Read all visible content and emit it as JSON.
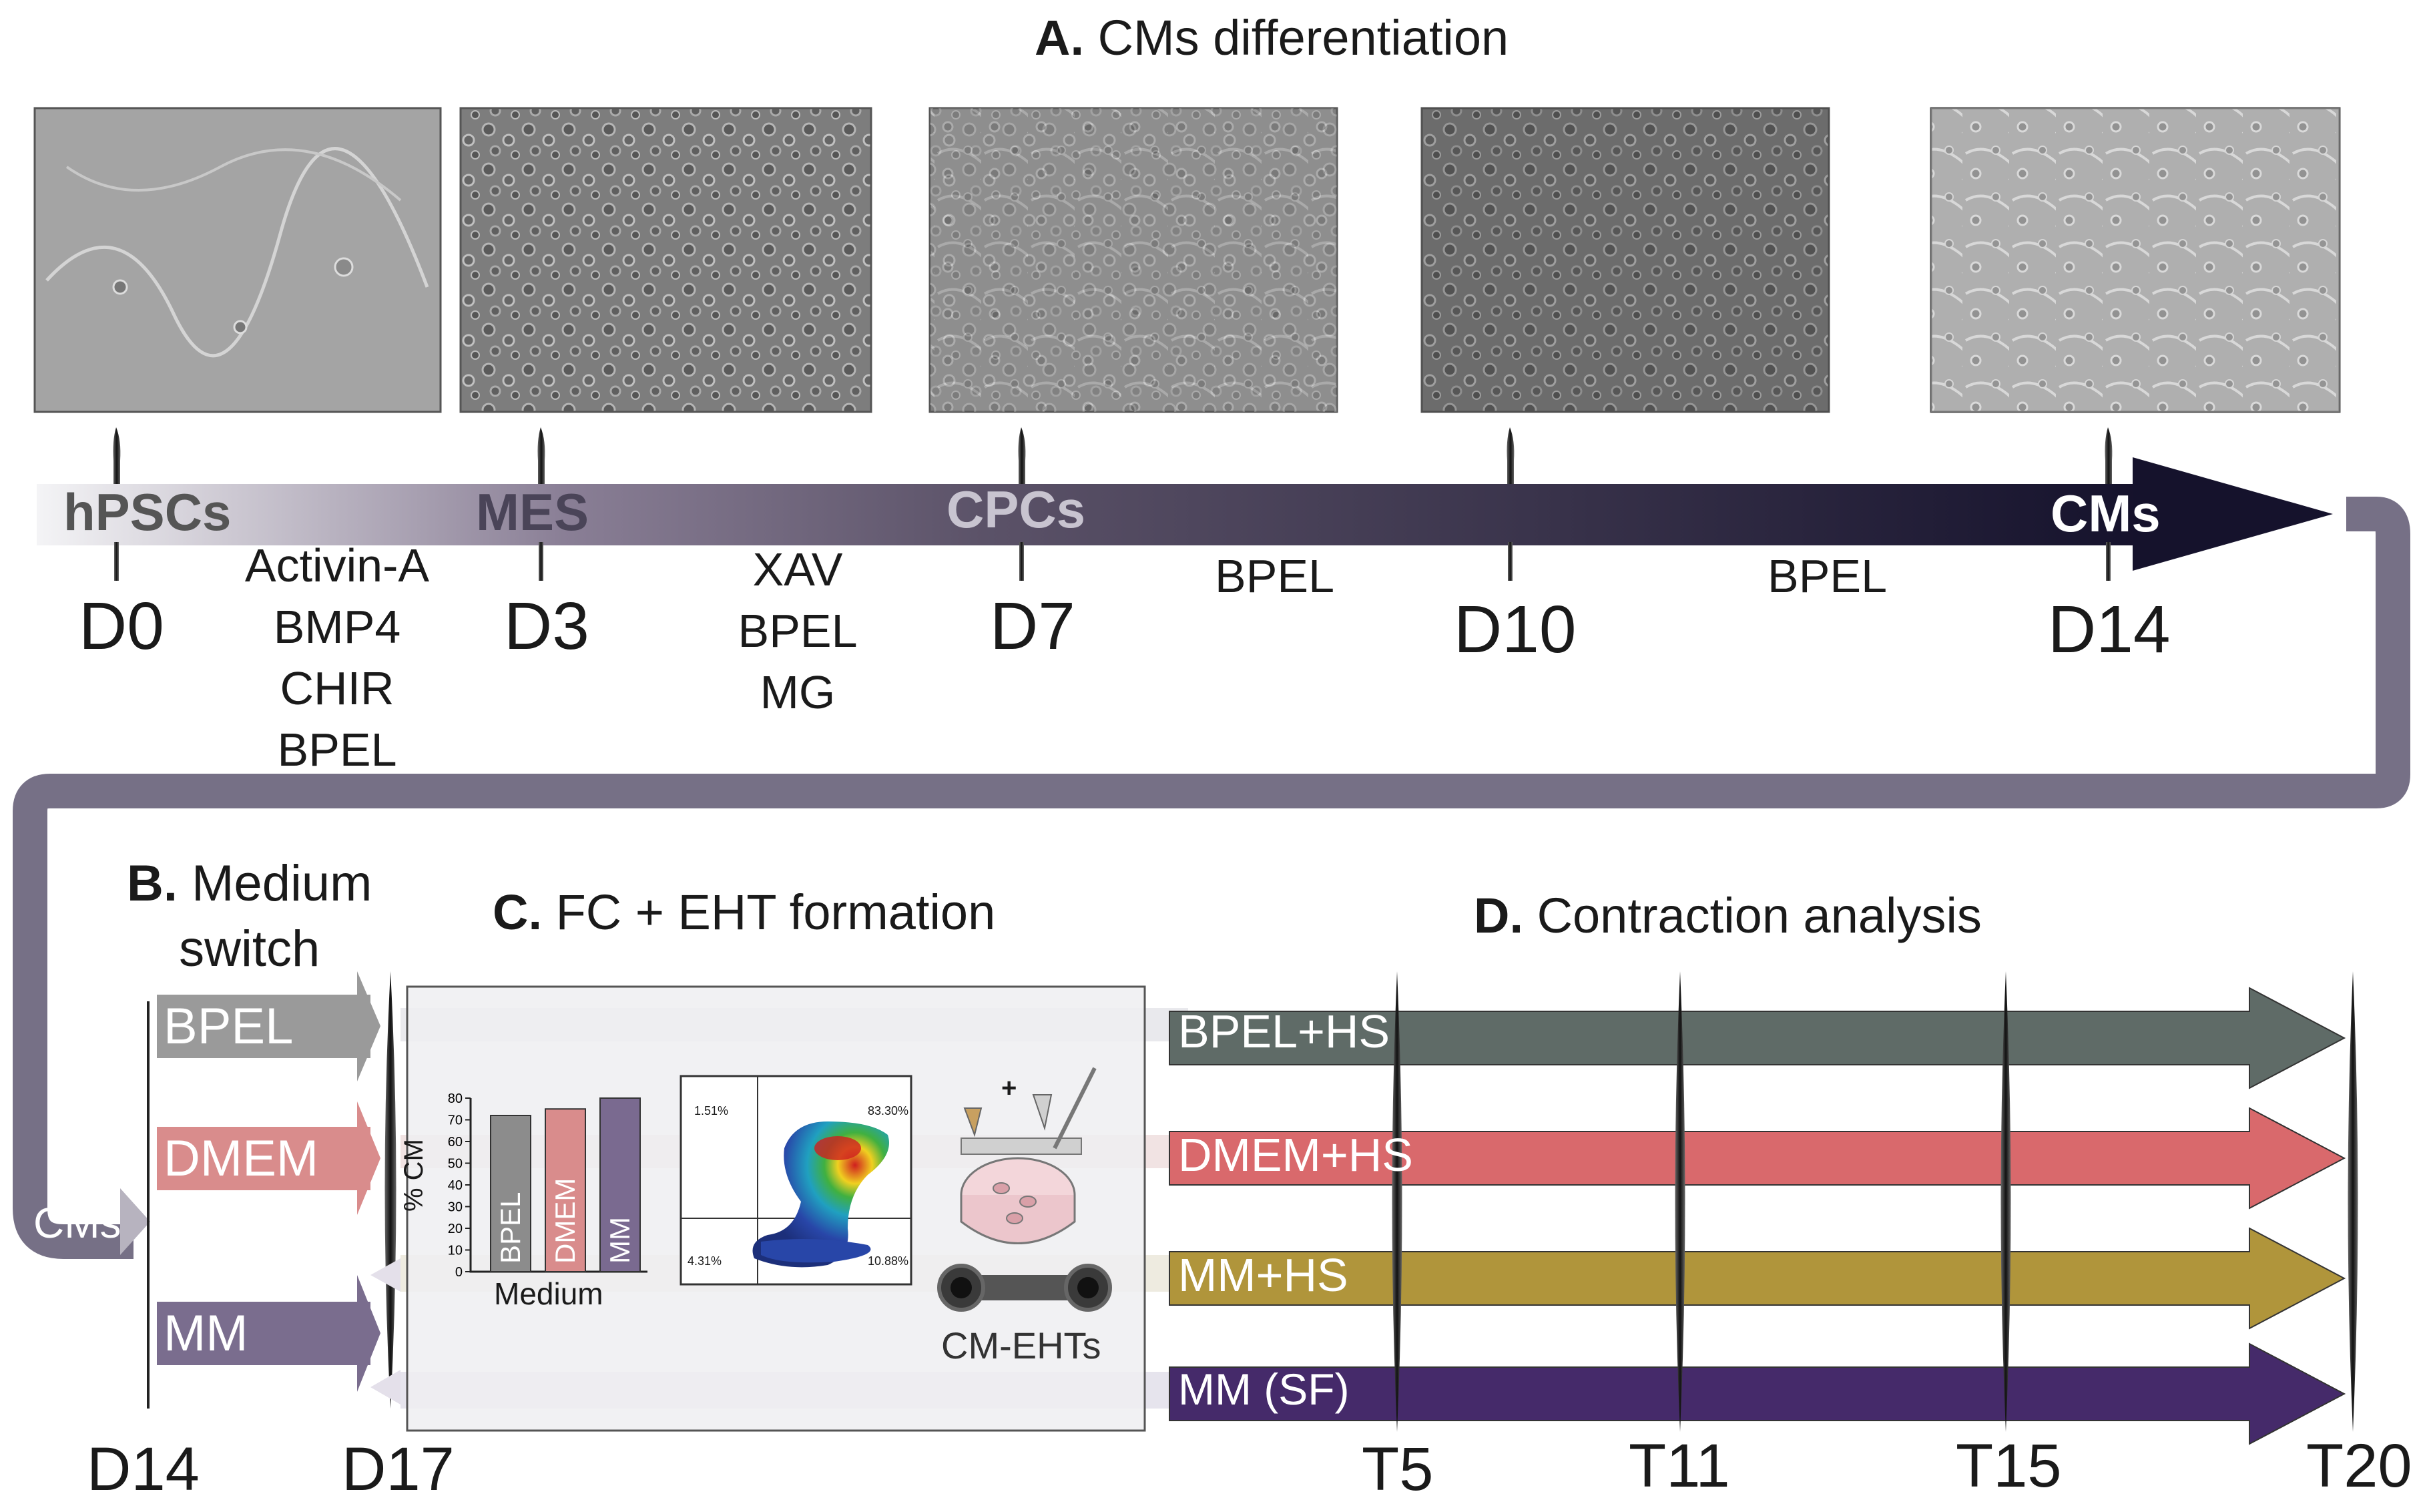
{
  "section_a": {
    "letter": "A.",
    "title": "CMs differentiation",
    "stages": [
      "hPSCs",
      "MES",
      "CPCs",
      "CMs"
    ],
    "days": [
      "D0",
      "D3",
      "D7",
      "D10",
      "D14"
    ],
    "reagents": [
      [
        "Activin-A",
        "BMP4",
        "CHIR",
        "BPEL"
      ],
      [
        "XAV",
        "BPEL",
        "MG"
      ],
      [
        "BPEL"
      ],
      [
        "BPEL"
      ]
    ]
  },
  "section_b": {
    "letter": "B.",
    "title_line1": "Medium",
    "title_line2": "switch",
    "start_label": "CMs",
    "media": [
      "BPEL",
      "DMEM",
      "MM"
    ],
    "days": [
      "D14",
      "D17"
    ]
  },
  "section_c": {
    "letter": "C.",
    "title": "FC + EHT formation",
    "bar_chart": {
      "ylabel": "% CM",
      "xlabel": "Medium",
      "yticks": [
        "0",
        "10",
        "20",
        "30",
        "40",
        "50",
        "60",
        "70",
        "80"
      ],
      "categories": [
        "BPEL",
        "DMEM",
        "MM"
      ],
      "values": [
        72,
        75,
        80
      ],
      "colors": [
        "#8c8c8c",
        "#d98c8c",
        "#7a6a90"
      ]
    },
    "flow": {
      "q_top_left": "1.51%",
      "q_top_right": "83.30%",
      "q_bottom_left": "4.31%",
      "q_bottom_right": "10.88%"
    },
    "eht_label": "CM-EHTs",
    "plus": "+"
  },
  "section_d": {
    "letter": "D.",
    "title": "Contraction analysis",
    "conditions": [
      "BPEL+HS",
      "DMEM+HS",
      "MM+HS",
      "MM (SF)"
    ],
    "colors": [
      "#5f6b67",
      "#d9696c",
      "#b0953b",
      "#452a6a"
    ],
    "timepoints": [
      "T5",
      "T11",
      "T15",
      "T20"
    ]
  },
  "colors": {
    "timeline_dark": "#1c1836",
    "timeline_light": "#e8e8ec",
    "connector": "#767086",
    "bpel": "#9a9a9a",
    "dmem": "#d98c8c",
    "mm": "#7a6d8e"
  }
}
